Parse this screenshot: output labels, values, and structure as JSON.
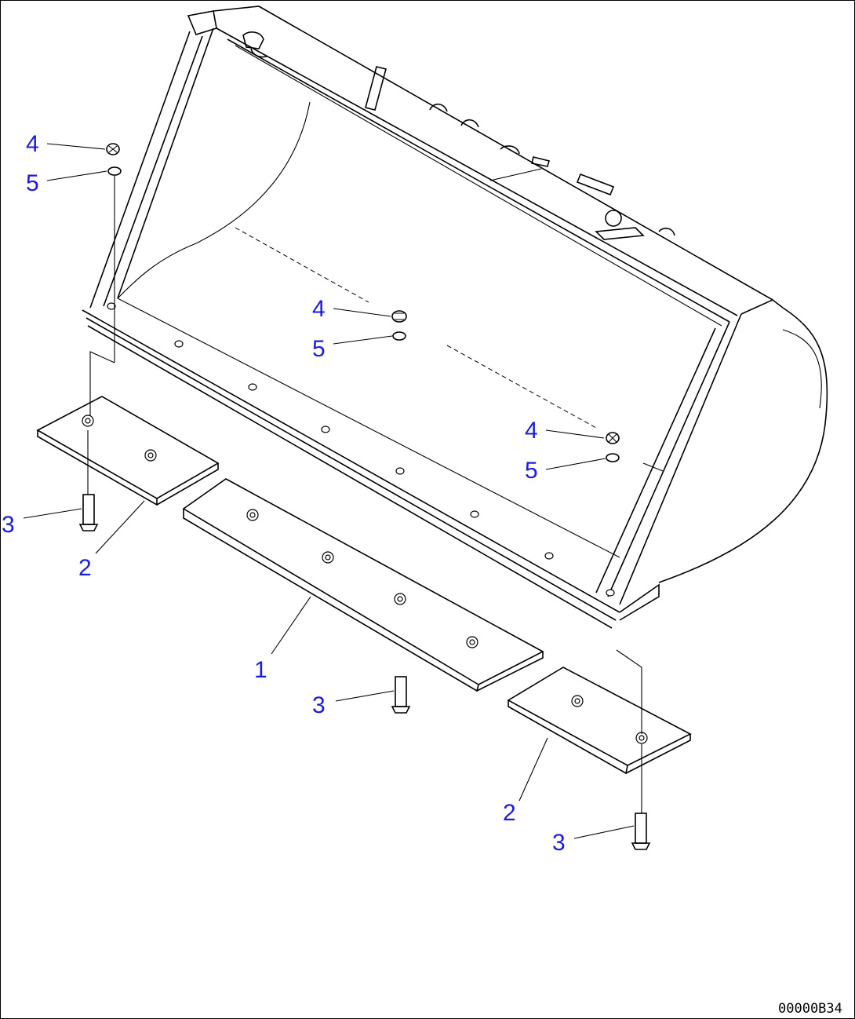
{
  "diagram": {
    "drawing_code": "00000B34",
    "callouts": {
      "c1": "1",
      "c2a": "2",
      "c2b": "2",
      "c3a": "3",
      "c3b": "3",
      "c3c": "3",
      "c4a": "4",
      "c4b": "4",
      "c4c": "4",
      "c5a": "5",
      "c5b": "5",
      "c5c": "5"
    },
    "colors": {
      "callout": "#1a1ae6",
      "line": "#000000"
    }
  }
}
